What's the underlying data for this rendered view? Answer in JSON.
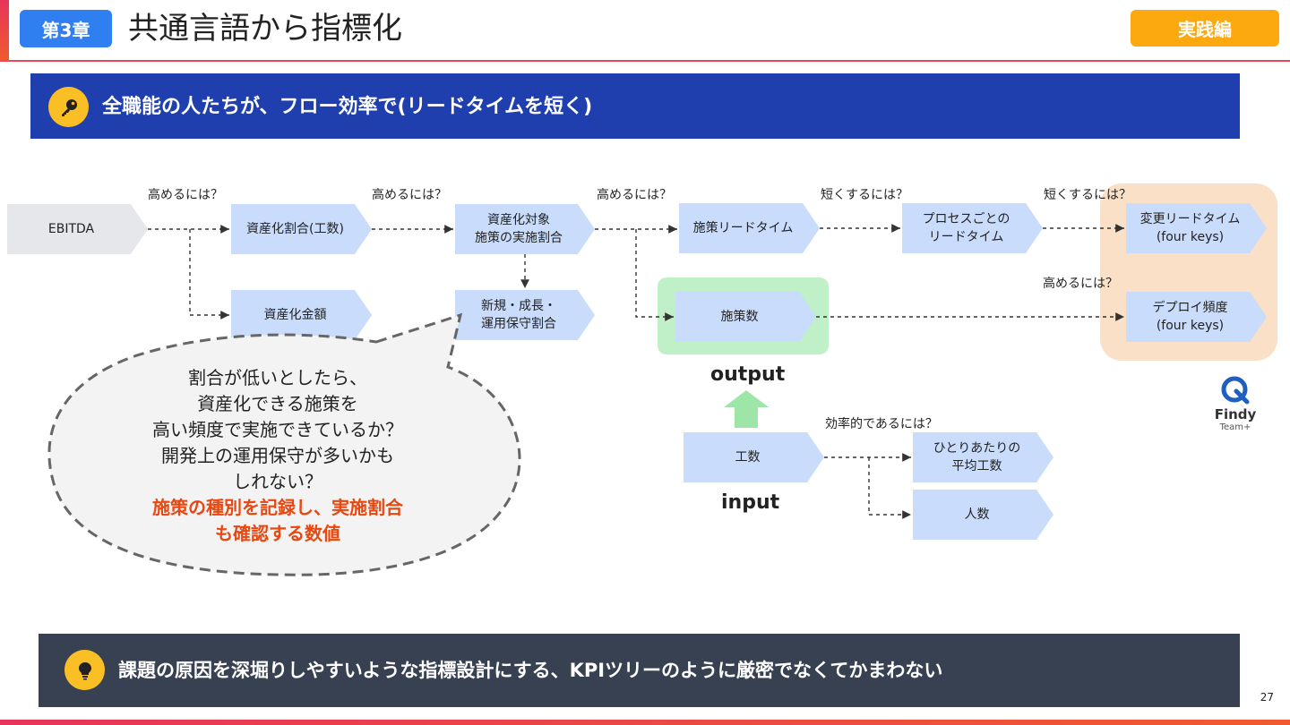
{
  "header": {
    "chapter": "第3章",
    "title": "共通言語から指標化",
    "badge": "実践編"
  },
  "banner": {
    "icon": "key-icon",
    "text": "全職能の人たちが、フロー効率で(リードタイムを短く)"
  },
  "diagram": {
    "nodes": {
      "ebitda": "EBITDA",
      "asset_ratio": "資産化割合(工数)",
      "asset_amount": "資産化金額",
      "asset_target": [
        "資産化対象",
        "施策の実施割合"
      ],
      "new_growth": [
        "新規・成長・",
        "運用保守割合"
      ],
      "lead_time": "施策リードタイム",
      "process_lead": [
        "プロセスごとの",
        "リードタイム"
      ],
      "change_lead": [
        "変更リードタイム",
        "(four keys)"
      ],
      "count": "施策数",
      "deploy_freq": [
        "デプロイ頻度",
        "(four keys)"
      ],
      "effort": "工数",
      "avg_effort": [
        "ひとりあたりの",
        "平均工数"
      ],
      "people": "人数"
    },
    "labels": {
      "raise_1": "高めるには？",
      "raise_2": "高めるには？",
      "raise_3": "高めるには？",
      "shorten_1": "短くするには？",
      "shorten_2": "短くするには？",
      "raise_4": "高めるには？",
      "efficient": "効率的であるには？"
    },
    "output_label": "output",
    "input_label": "input"
  },
  "bubble": {
    "lines": [
      "割合が低いとしたら、",
      "資産化できる施策を",
      "高い頻度で実施できているか？",
      "開発上の運用保守が多いかも",
      "しれない？"
    ],
    "emphasis": [
      "施策の種別を記録し、実施割合",
      "も確認する数値"
    ]
  },
  "logo": {
    "name": "Findy",
    "sub": "Team+"
  },
  "bottom": {
    "icon": "lightbulb-icon",
    "text": "課題の原因を深堀りしやすいような指標設計にする、KPIツリーのように厳密でなくてかまわない"
  },
  "page_number": "27",
  "colors": {
    "chapter_blue": "#2f7ff0",
    "badge_orange": "#fba90f",
    "banner_blue": "#1f3faf",
    "node_blue": "#c9dcfb",
    "node_gray": "#e5e7eb",
    "highlight_green": "#bff0c8",
    "highlight_peach": "#fbe0c8",
    "emphasis_red": "#e8470f",
    "bottom_dark": "#374151"
  }
}
